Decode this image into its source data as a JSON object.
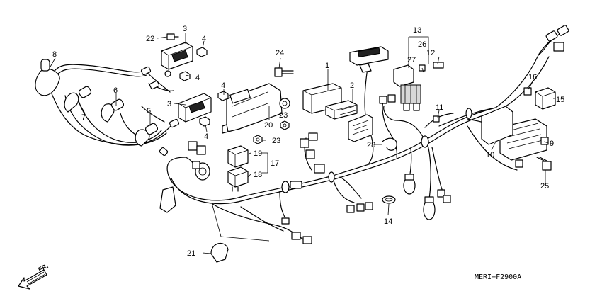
{
  "diagram_code": "MERI−F2900A",
  "direction_label": "FR.",
  "callouts": {
    "c1": "1",
    "c2": "2",
    "c3a": "3",
    "c3b": "3",
    "c4a": "4",
    "c4b": "4",
    "c4c": "4",
    "c4d": "4",
    "c5": "5",
    "c6": "6",
    "c7": "7",
    "c8": "8",
    "c9": "9",
    "c10": "10",
    "c11": "11",
    "c12": "12",
    "c13": "13",
    "c14": "14",
    "c15": "15",
    "c16": "16",
    "c17": "17",
    "c18": "18",
    "c19": "19",
    "c20": "20",
    "c21": "21",
    "c22": "22",
    "c23a": "23",
    "c23b": "23",
    "c24": "24",
    "c25": "25",
    "c26": "26",
    "c27": "27",
    "c28": "28"
  }
}
